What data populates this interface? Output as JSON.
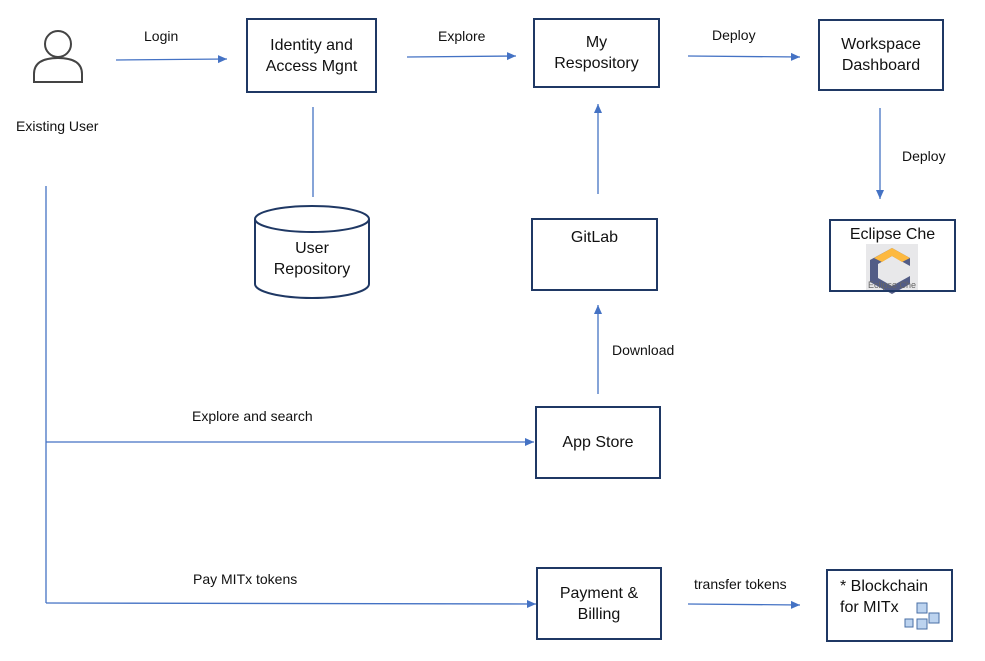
{
  "user": {
    "label": "Existing User",
    "icon": "user-icon"
  },
  "nodes": {
    "iam": "Identity and\nAccess Mgnt",
    "my_repo": "My\nRespository",
    "workspace": "Workspace\nDashboard",
    "user_repo": "User\nRepository",
    "gitlab": "GitLab",
    "eclipse": "Eclipse Che",
    "eclipse_logo_text": "Eclipse Che",
    "app_store": "App Store",
    "payment": "Payment &\nBilling",
    "blockchain": "* Blockchain\nfor MITx"
  },
  "edges": {
    "login": "Login",
    "explore": "Explore",
    "deploy_top": "Deploy",
    "deploy_down": "Deploy",
    "download": "Download",
    "explore_search": "Explore and search",
    "pay": "Pay MITx tokens",
    "transfer": "transfer tokens"
  },
  "colors": {
    "box_border": "#1f3864",
    "arrow": "#4472c4",
    "gitlab_orange": "#e24329",
    "eclipse_orange": "#fdb940",
    "eclipse_gray": "#525c86"
  }
}
